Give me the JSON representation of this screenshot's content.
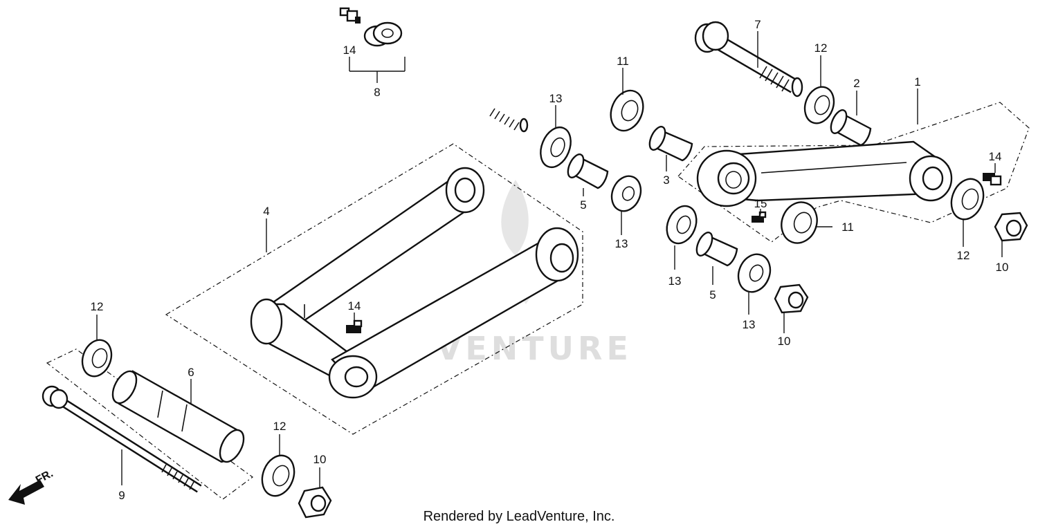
{
  "watermark": "ADVENTURE",
  "direction_label": "FR.",
  "credit": "Rendered by LeadVenture, Inc.",
  "callouts": {
    "c1": "1",
    "c2": "2",
    "c3": "3",
    "c4": "4",
    "c5a": "5",
    "c5b": "5",
    "c6": "6",
    "c7": "7",
    "c8": "8",
    "c9": "9",
    "c10a": "10",
    "c10b": "10",
    "c10c": "10",
    "c11a": "11",
    "c11b": "11",
    "c12a": "12",
    "c12b": "12",
    "c12c": "12",
    "c12d": "12",
    "c13a": "13",
    "c13b": "13",
    "c13c": "13",
    "c13d": "13",
    "c14a": "14",
    "c14b": "14",
    "c14c": "14",
    "c15": "15"
  }
}
